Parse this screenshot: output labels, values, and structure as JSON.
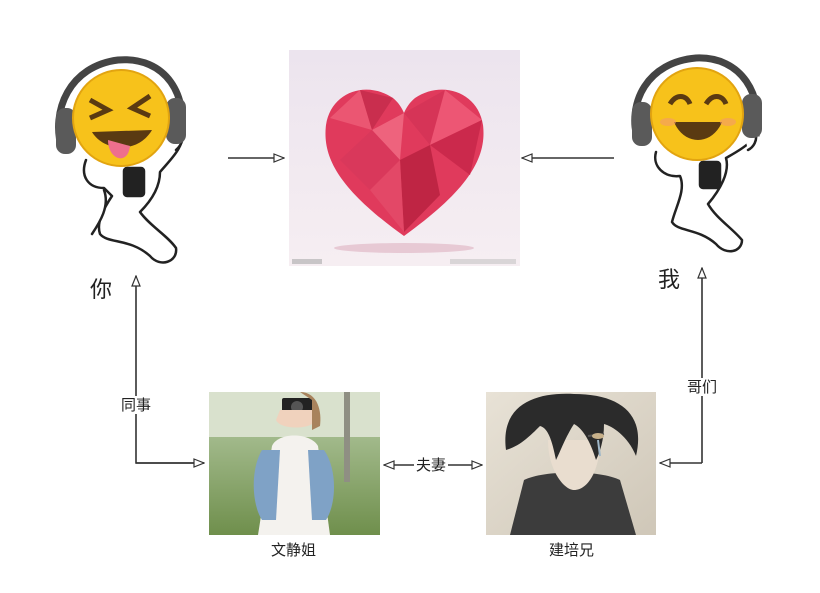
{
  "nodes": {
    "you": {
      "label": "你"
    },
    "me": {
      "label": "我"
    },
    "heart": {
      "label": ""
    },
    "wen": {
      "label": "文静姐"
    },
    "jian": {
      "label": "建培兄"
    }
  },
  "edges": {
    "colleague": {
      "label": "同事"
    },
    "spouse": {
      "label": "夫妻"
    },
    "buddy": {
      "label": "哥们"
    }
  },
  "colors": {
    "heart": "#e03a5c",
    "emoji": "#f7c21b",
    "line": "#333333"
  }
}
